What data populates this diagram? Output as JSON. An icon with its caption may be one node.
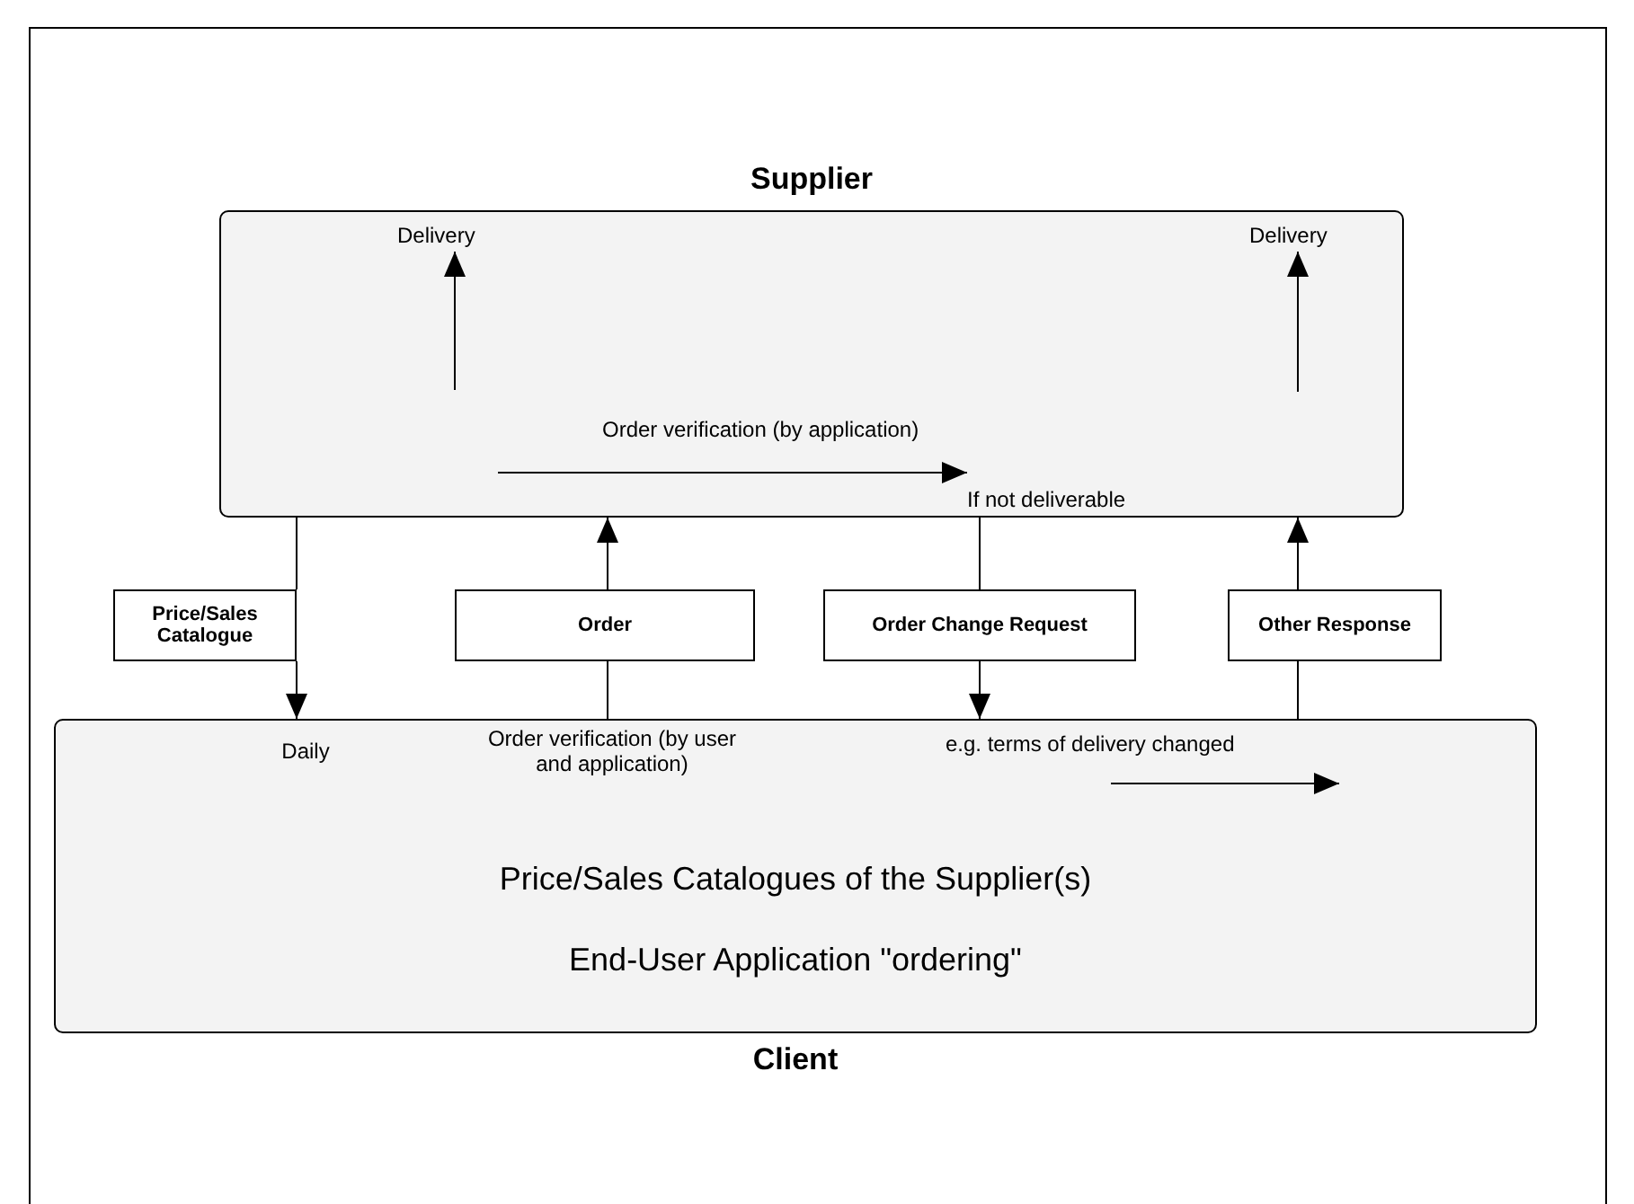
{
  "diagram": {
    "nodes": [
      {
        "text": [
          "Supplier"
        ]
      },
      {
        "text": [
          "Delivery"
        ],
        "in": 0
      },
      {
        "text": [
          "Delivery"
        ],
        "in": 0
      },
      {
        "text": [
          "If not deliverable"
        ],
        "in": 0
      },
      {
        "text": [
          "Price/Sales Catalogue"
        ]
      },
      {
        "text": [
          "Order"
        ]
      },
      {
        "text": [
          "Order Change Request"
        ]
      },
      {
        "text": [
          "Other Response"
        ]
      },
      {
        "text": [
          "Price/Sales Catalogues of the Supplier(s)",
          "End-User Application \"ordering\"",
          "Client"
        ]
      },
      {
        "text": [
          "e.g. terms of delivery changed"
        ],
        "in": 8
      }
    ],
    "edges": [
      {
        "from": null,
        "to": 1,
        "arrow": "to"
      },
      {
        "from": null,
        "to": 2,
        "arrow": "to"
      },
      {
        "from": null,
        "to": 3,
        "arrow": "to",
        "label": "Order verification (by application)"
      },
      {
        "from": 0,
        "to": 4,
        "arrow": "none"
      },
      {
        "from": 4,
        "to": 8,
        "arrow": "to"
      },
      {
        "from": 8,
        "to": 5,
        "arrow": "none"
      },
      {
        "from": 5,
        "to": 0,
        "arrow": "to"
      },
      {
        "from": 0,
        "to": 6,
        "arrow": "none"
      },
      {
        "from": 6,
        "to": 8,
        "arrow": "to"
      },
      {
        "from": 8,
        "to": 7,
        "arrow": "none"
      },
      {
        "from": 7,
        "to": 0,
        "arrow": "to"
      },
      {
        "from": 9,
        "to": null,
        "arrow": "to"
      }
    ],
    "labels": [
      "Daily",
      "Order verification (by user and application)"
    ]
  }
}
